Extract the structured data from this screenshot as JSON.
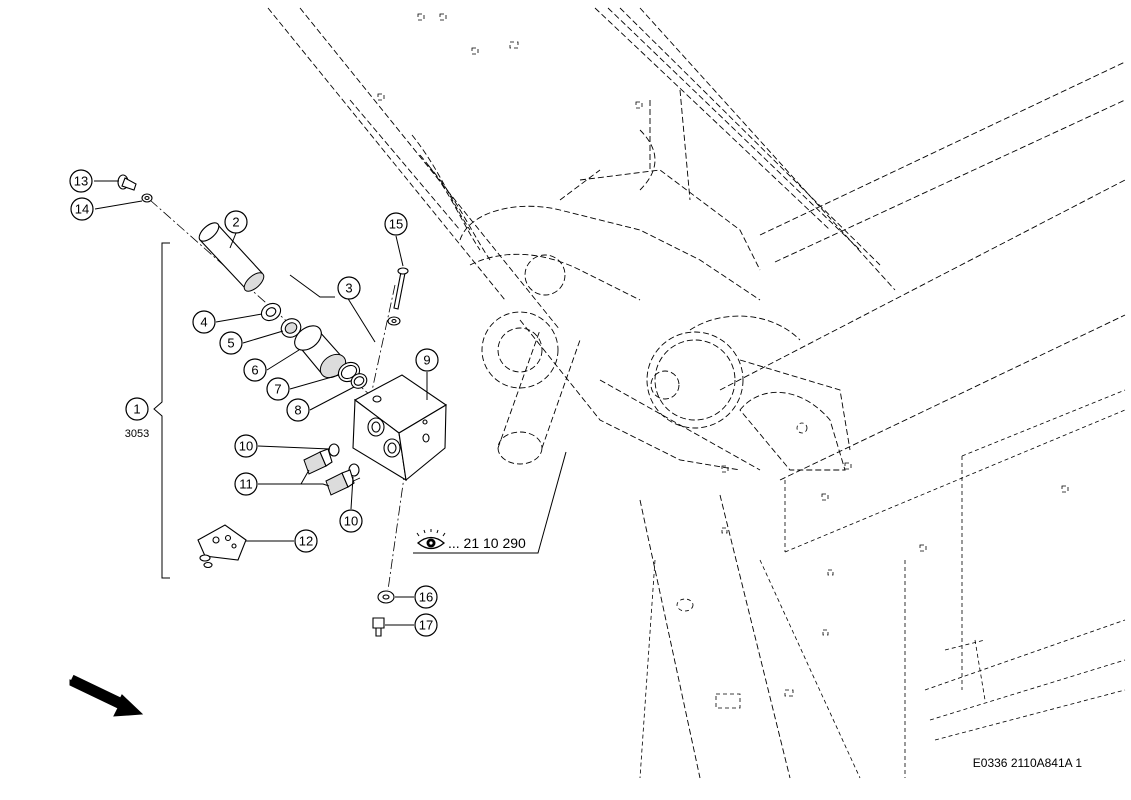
{
  "callouts": {
    "c1": "1",
    "c2": "2",
    "c3": "3",
    "c4": "4",
    "c5": "5",
    "c6": "6",
    "c7": "7",
    "c8": "8",
    "c9": "9",
    "c10a": "10",
    "c10b": "10",
    "c11": "11",
    "c12": "12",
    "c13": "13",
    "c14": "14",
    "c15": "15",
    "c16": "16",
    "c17": "17"
  },
  "assembly_code": "3053",
  "reference": {
    "icon": "eye-icon",
    "text": "... 21 10 290"
  },
  "drawing_id": "E0336 2110A841A 1",
  "direction_arrow": "arrow-right-down-icon"
}
